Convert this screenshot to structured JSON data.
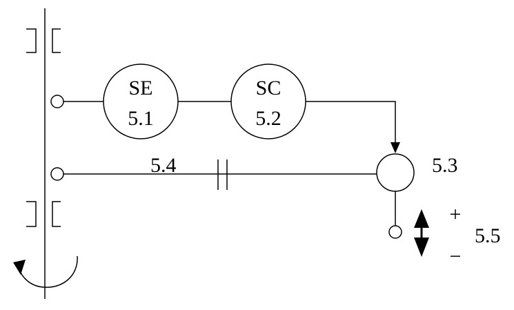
{
  "diagram": {
    "blocks": {
      "se": {
        "name": "SE",
        "number": "5.1"
      },
      "sc": {
        "name": "SC",
        "number": "5.2"
      }
    },
    "labels": {
      "summing_junction": "5.3",
      "lower_line": "5.4",
      "adjustment": "5.5",
      "plus": "+",
      "minus": "−"
    }
  }
}
